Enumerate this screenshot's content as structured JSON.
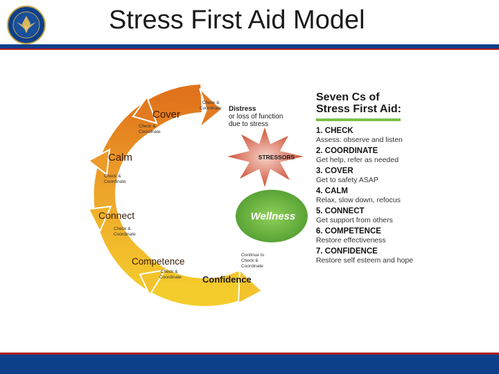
{
  "title": "Stress First Aid Model",
  "colors": {
    "navy": "#0d3f8a",
    "red": "#b31b1b",
    "green": "#7cc04a",
    "orange": "#e07b20",
    "yellow": "#f2c318"
  },
  "diagram": {
    "cover": "Cover",
    "calm": "Calm",
    "connect": "Connect",
    "competence": "Competence",
    "confidence": "Confidence",
    "wellness": "Wellness",
    "stressors": "STRESSORS",
    "distress": [
      "Distress",
      "or loss of function",
      "due to stress"
    ],
    "check_coord": [
      "Check &",
      "Coordinate"
    ],
    "continue": [
      "Continue to",
      "Check &",
      "Coordinate"
    ]
  },
  "panel": {
    "title_line1": "Seven Cs of",
    "title_line2": "Stress First Aid:",
    "steps": [
      {
        "head": "1. CHECK",
        "desc": "Assess: observe and listen"
      },
      {
        "head": "2. COORDINATE",
        "desc": "Get help, refer as needed"
      },
      {
        "head": "3. COVER",
        "desc": "Get to safety ASAP"
      },
      {
        "head": "4. CALM",
        "desc": "Relax, slow down, refocus"
      },
      {
        "head": "5. CONNECT",
        "desc": "Get support from others"
      },
      {
        "head": "6. COMPETENCE",
        "desc": "Restore effectiveness"
      },
      {
        "head": "7. CONFIDENCE",
        "desc": "Restore self esteem and hope"
      }
    ]
  }
}
